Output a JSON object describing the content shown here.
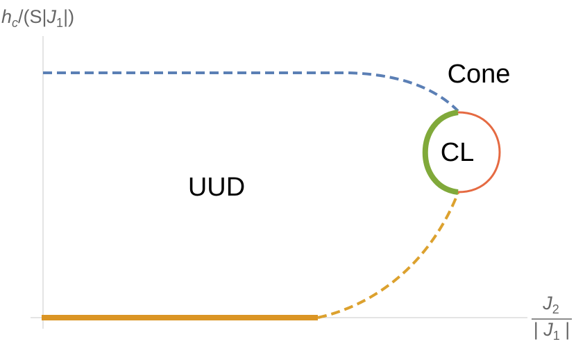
{
  "axes": {
    "y_label": {
      "var": "h",
      "sub": "c",
      "rest_open": "/(S|",
      "var2": "J",
      "sub2": "1",
      "rest_close": "|)"
    },
    "x_label": {
      "numerator_var": "J",
      "numerator_sub": "2",
      "denominator_open": "| ",
      "denominator_var": "J",
      "denominator_sub": "1",
      "denominator_close": " |"
    }
  },
  "regions": {
    "uud": "UUD",
    "cone": "Cone",
    "cl": "CL"
  },
  "colors": {
    "upper_boundary": "#5b7fb5",
    "lower_boundary": "#dca12e",
    "bottom_bar": "#db9524",
    "cl_left_arc": "#80a93a",
    "cl_right_arc": "#e56a42",
    "axes": "#c8c8c8",
    "axis_label": "#666666"
  },
  "legend": []
}
